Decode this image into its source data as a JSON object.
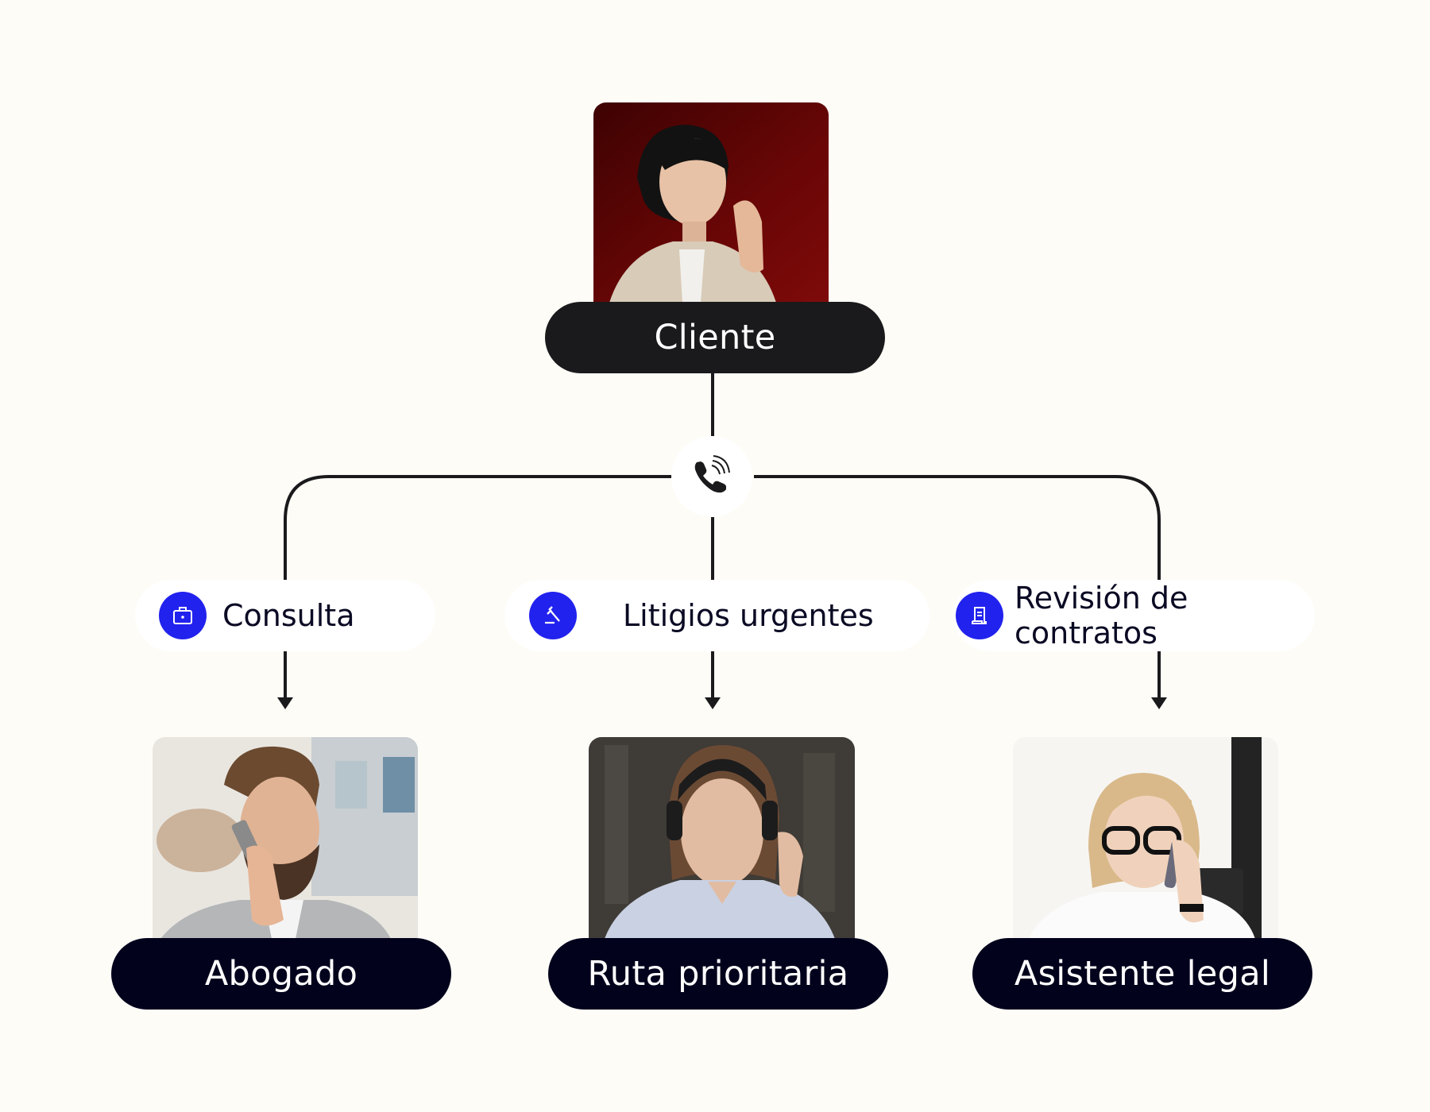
{
  "diagram": {
    "root": {
      "label": "Cliente",
      "photo": "woman-on-phone-red-background"
    },
    "hub": {
      "icon": "phone-ringing-icon"
    },
    "routes": [
      {
        "label": "Consulta",
        "icon": "briefcase-icon"
      },
      {
        "label": "Litigios urgentes",
        "icon": "gavel-icon"
      },
      {
        "label": "Revisión de contratos",
        "icon": "document-scroll-icon"
      }
    ],
    "destinations": [
      {
        "label": "Abogado",
        "photo": "bearded-man-on-phone"
      },
      {
        "label": "Ruta prioritaria",
        "photo": "woman-with-headset"
      },
      {
        "label": "Asistente legal",
        "photo": "blonde-woman-with-glasses-on-phone"
      }
    ]
  },
  "colors": {
    "background": "#fdfcf7",
    "accent_blue": "#2222ee",
    "root_pill": "#1a1a1c",
    "destination_pill": "#02021c",
    "connector": "#1a1a1c"
  }
}
